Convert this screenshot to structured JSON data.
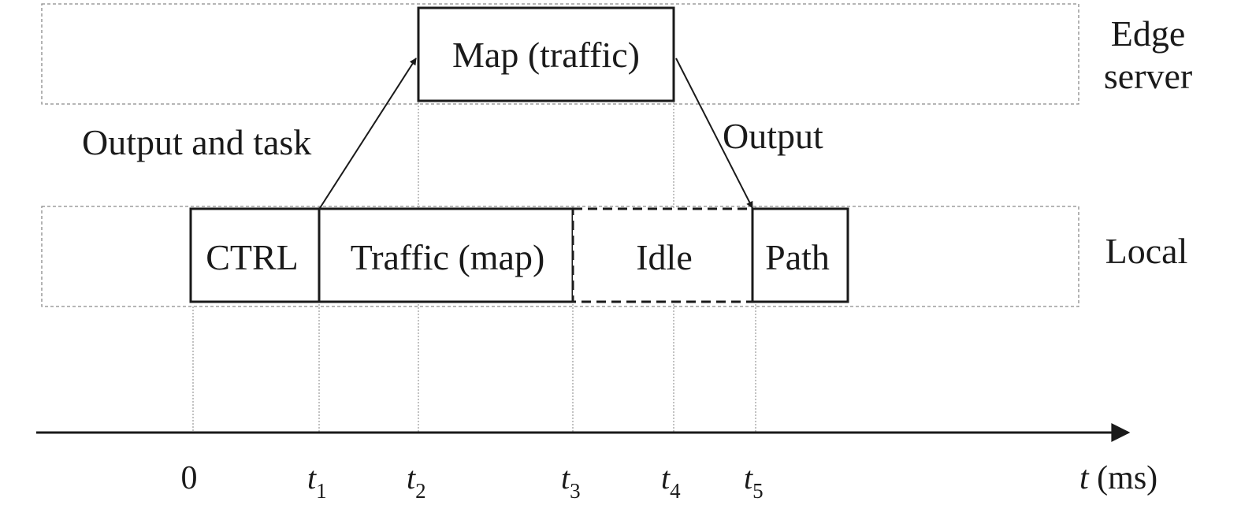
{
  "lanes": {
    "edge_top": "Edge",
    "edge_bottom": "server",
    "local": "Local"
  },
  "boxes": {
    "map": "Map (traffic)",
    "ctrl": "CTRL",
    "traffic": "Traffic (map)",
    "idle": "Idle",
    "path": "Path"
  },
  "arrows": {
    "upload": "Output and task",
    "download": "Output"
  },
  "axis": {
    "origin": "0",
    "ticks": [
      {
        "main": "t",
        "sub": "1"
      },
      {
        "main": "t",
        "sub": "2"
      },
      {
        "main": "t",
        "sub": "3"
      },
      {
        "main": "t",
        "sub": "4"
      },
      {
        "main": "t",
        "sub": "5"
      }
    ],
    "label_var": "t",
    "label_unit": " (ms)"
  }
}
